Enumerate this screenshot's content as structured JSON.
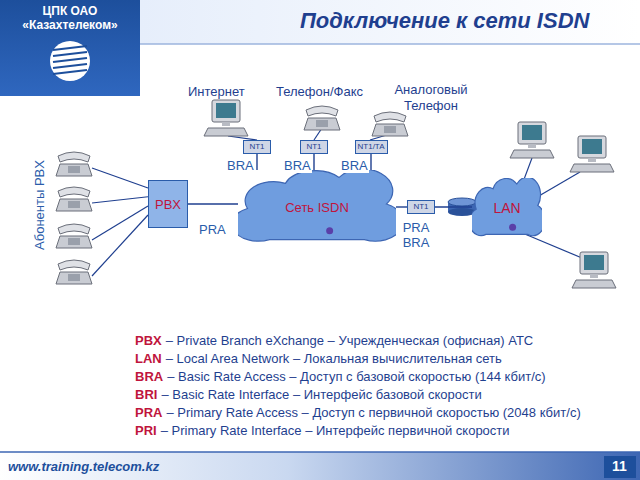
{
  "diagram": {
    "title": "Подключение к сети ISDN",
    "nodes": [
      {
        "text": [
          "ЦПК ОАО «Казахтелеком»"
        ]
      },
      {
        "text": [
          "NT1"
        ]
      },
      {
        "text": [
          "NT1"
        ]
      },
      {
        "text": [
          "NT1/TA"
        ]
      },
      {
        "text": [
          "PBX"
        ]
      },
      {
        "text": [
          "Сеть ISDN"
        ]
      },
      {
        "text": [
          "NT1"
        ]
      },
      {
        "text": [
          "LAN"
        ]
      }
    ],
    "edges": [
      {
        "from": 4,
        "to": 5,
        "label": "PRA",
        "arrow": "none"
      },
      {
        "from": 1,
        "to": 5,
        "label": "BRA",
        "arrow": "none"
      },
      {
        "from": 2,
        "to": 5,
        "label": "BRA",
        "arrow": "none"
      },
      {
        "from": 3,
        "to": 5,
        "label": "BRA",
        "arrow": "none"
      },
      {
        "from": 5,
        "to": 6,
        "label": "PRA BRA",
        "arrow": "none"
      },
      {
        "from": 6,
        "to": 7,
        "arrow": "none"
      }
    ],
    "labels": [
      "Интернет",
      "Телефон/Факс",
      "Аналоговый Телефон",
      "Абоненты PBX",
      "PBX",
      "– Private Branch eXchange – Учрежденческая (офисная) АТС",
      "LAN",
      "– Local Area Network – Локальная вычислительная сеть",
      "BRA",
      "– Basic Rate Access – Доступ с базовой скоростью (144 кбит/с)",
      "BRI",
      "– Basic Rate Interface – Интерфейс базовой скорости",
      "PRA",
      "– Primary Rate Access – Доступ с первичной скоростью (2048 кбит/с)",
      "PRI",
      "– Primary Rate Interface – Интерфейс первичной скорости",
      "www.training.telecom.kz",
      "11"
    ]
  }
}
